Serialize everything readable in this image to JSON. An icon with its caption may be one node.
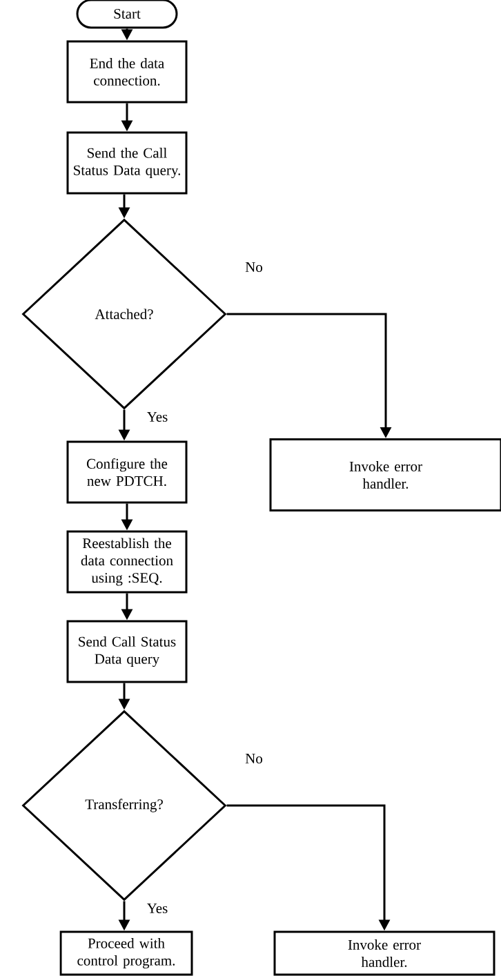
{
  "diagram": {
    "nodes": [
      {
        "text": [
          "Start"
        ]
      },
      {
        "text": [
          "End the data connection."
        ]
      },
      {
        "text": [
          "Send the Call Status Data query."
        ]
      },
      {
        "text": [
          "Attached?"
        ]
      },
      {
        "text": [
          "Configure the new PDTCH."
        ]
      },
      {
        "text": [
          "Invoke error handler."
        ]
      },
      {
        "text": [
          "Reestablish the data connection using :SEQ."
        ]
      },
      {
        "text": [
          "Send Call Status Data query"
        ]
      },
      {
        "text": [
          "Transferring?"
        ]
      },
      {
        "text": [
          "Proceed with control program."
        ]
      },
      {
        "text": [
          "Invoke error handler."
        ]
      }
    ],
    "edges": [
      {
        "from": 0,
        "to": 1,
        "arrow": "to"
      },
      {
        "from": 1,
        "to": 2,
        "arrow": "to"
      },
      {
        "from": 2,
        "to": 3,
        "arrow": "to"
      },
      {
        "from": 3,
        "to": 4,
        "arrow": "to",
        "label": "Yes"
      },
      {
        "from": 3,
        "to": 5,
        "arrow": "to",
        "label": "No"
      },
      {
        "from": 4,
        "to": 6,
        "arrow": "to"
      },
      {
        "from": 6,
        "to": 7,
        "arrow": "to"
      },
      {
        "from": 7,
        "to": 8,
        "arrow": "to"
      },
      {
        "from": 8,
        "to": 9,
        "arrow": "to",
        "label": "Yes"
      },
      {
        "from": 8,
        "to": 10,
        "arrow": "to",
        "label": "No"
      }
    ]
  }
}
